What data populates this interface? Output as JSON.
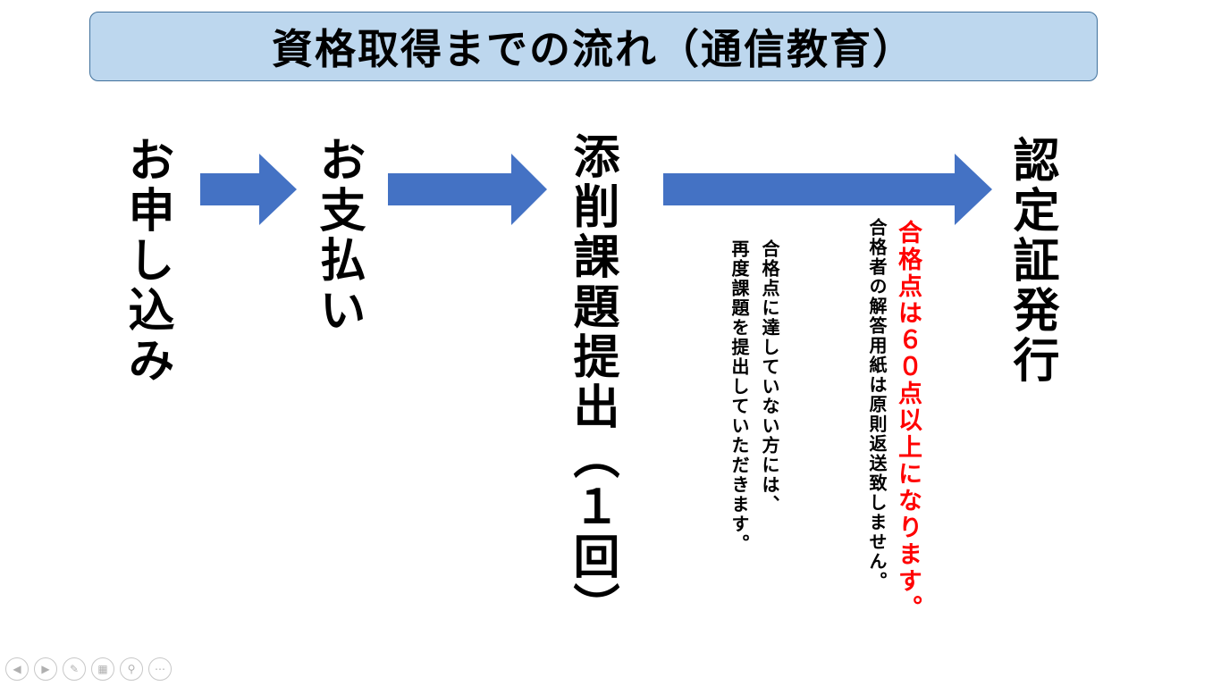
{
  "title": "資格取得までの流れ（通信教育）",
  "steps": {
    "apply": "お申し込み",
    "payment": "お支払い",
    "submission": "添削課題提出（１回）",
    "certificate": "認定証発行"
  },
  "notes": {
    "retry": [
      "合格点に達していない方には、",
      "再度課題を提出していただきます。"
    ],
    "pass_score": "合格点は６０点以上になります。",
    "return_policy": "合格者の解答用紙は原則返送致しません。"
  },
  "colors": {
    "title_bg": "#bdd7ee",
    "arrow": "#4472c4",
    "emphasis": "#ff0000"
  },
  "toolbar": {
    "icons": [
      "previous-icon",
      "next-icon",
      "pen-icon",
      "slides-icon",
      "zoom-icon",
      "more-icon"
    ]
  }
}
